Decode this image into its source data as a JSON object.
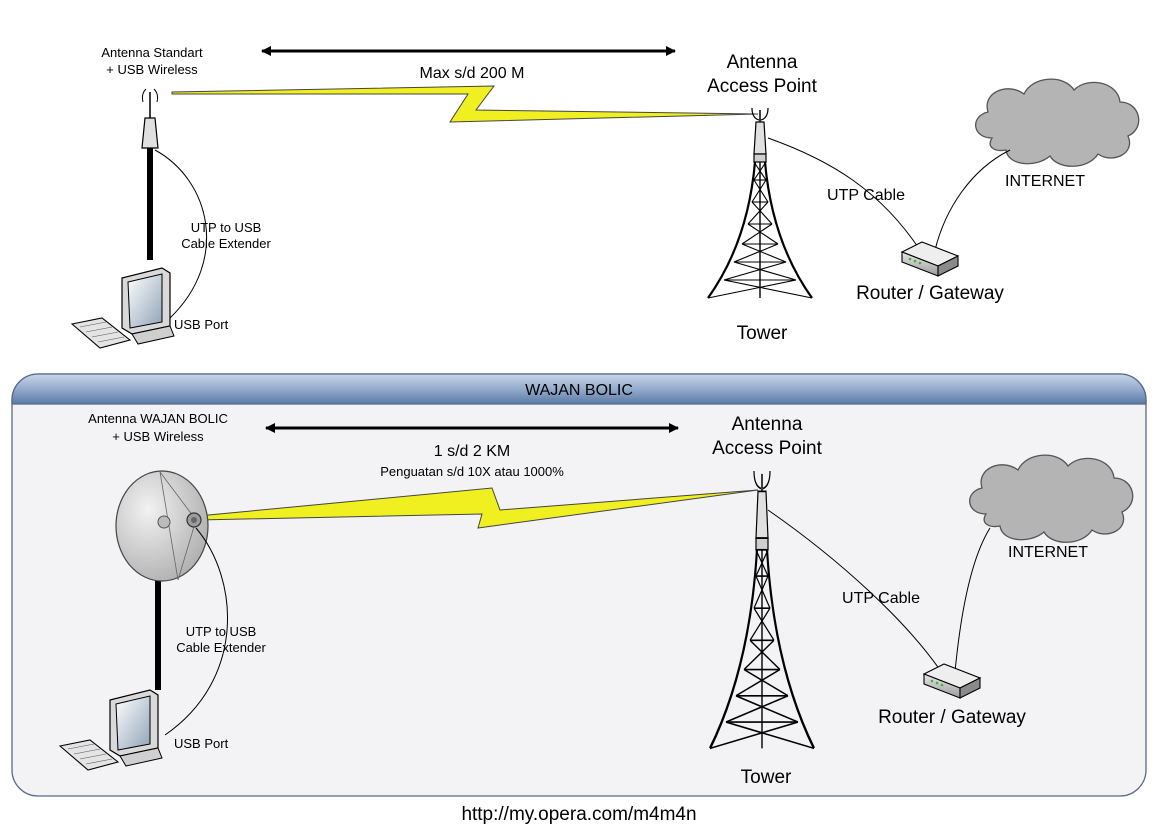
{
  "top": {
    "client_label_line1": "Antenna Standart",
    "client_label_line2": "+ USB Wireless",
    "range_label": "Max s/d 200 M",
    "ap_label_line1": "Antenna",
    "ap_label_line2": "Access Point",
    "cable_label_line1": "UTP to USB",
    "cable_label_line2": "Cable Extender",
    "usb_port_label": "USB Port",
    "tower_label": "Tower",
    "utp_label": "UTP Cable",
    "internet_label": "INTERNET",
    "router_label": "Router / Gateway"
  },
  "bottom": {
    "section_title": "WAJAN BOLIC",
    "client_label_line1": "Antenna WAJAN BOLIC",
    "client_label_line2": "+ USB Wireless",
    "range_label": "1 s/d 2 KM",
    "gain_label": "Penguatan s/d 10X atau 1000%",
    "ap_label_line1": "Antenna",
    "ap_label_line2": "Access Point",
    "cable_label_line1": "UTP to USB",
    "cable_label_line2": "Cable Extender",
    "usb_port_label": "USB Port",
    "tower_label": "Tower",
    "utp_label": "UTP Cable",
    "internet_label": "INTERNET",
    "router_label": "Router / Gateway"
  },
  "footer_url": "http://my.opera.com/m4m4n",
  "colors": {
    "signal_bolt": "#f0f020",
    "cloud": "#b4b4b4",
    "panel_fill": "#f3f3f5",
    "panel_header": "#7390b8"
  },
  "icons": [
    "antenna-icon",
    "computer-icon",
    "keyboard-icon",
    "tower-icon",
    "router-icon",
    "cloud-icon",
    "dish-antenna-icon"
  ]
}
